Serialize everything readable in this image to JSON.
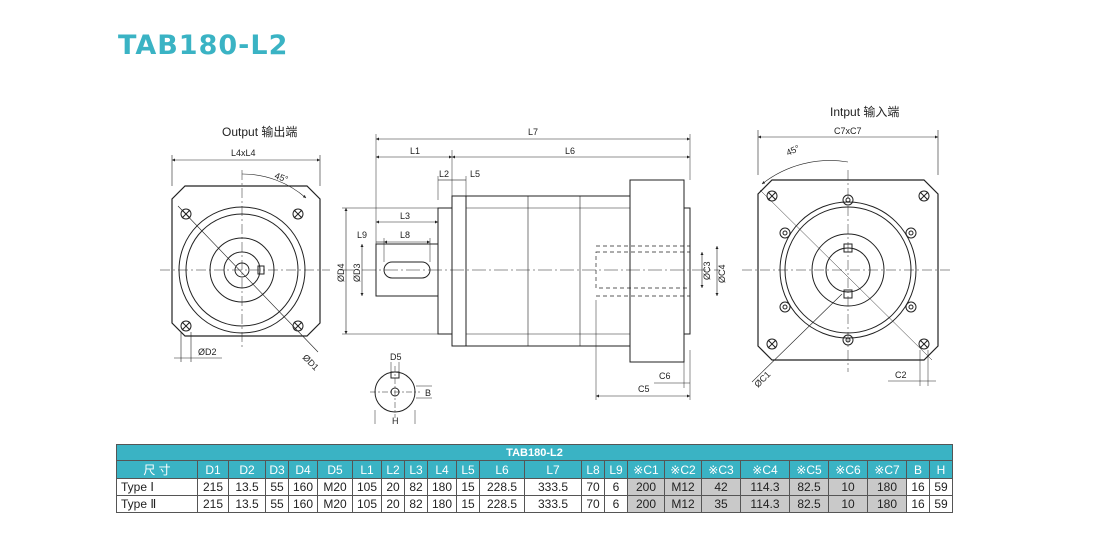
{
  "title": "TAB180-L2",
  "labels": {
    "output": "Output 输出端",
    "input": "Intput 输入端",
    "l4xl4": "L4xL4",
    "c7xc7": "C7xC7",
    "angle": "45°",
    "d1": "ØD1",
    "d2": "ØD2",
    "c1": "ØC1",
    "l7": "L7",
    "l1": "L1",
    "l6": "L6",
    "l2": "L2",
    "l5": "L5",
    "l3": "L3",
    "l8": "L8",
    "l9": "L9",
    "d3": "ØD3",
    "d4": "ØD4",
    "c3": "ØC3",
    "c4": "ØC4",
    "c5": "C5",
    "c6": "C6",
    "c2": "C2",
    "d5": "D5",
    "b": "B",
    "h": "H"
  },
  "table": {
    "caption": "TAB180-L2",
    "headers": [
      "尺 寸",
      "D1",
      "D2",
      "D3",
      "D4",
      "D5",
      "L1",
      "L2",
      "L3",
      "L4",
      "L5",
      "L6",
      "L7",
      "L8",
      "L9",
      "※C1",
      "※C2",
      "※C3",
      "※C4",
      "※C5",
      "※C6",
      "※C7",
      "B",
      "H"
    ],
    "rows": [
      [
        "Type Ⅰ",
        "215",
        "13.5",
        "55",
        "160",
        "M20",
        "105",
        "20",
        "82",
        "180",
        "15",
        "228.5",
        "333.5",
        "70",
        "6",
        "200",
        "M12",
        "42",
        "114.3",
        "82.5",
        "10",
        "180",
        "16",
        "59"
      ],
      [
        "Type Ⅱ",
        "215",
        "13.5",
        "55",
        "160",
        "M20",
        "105",
        "20",
        "82",
        "180",
        "15",
        "228.5",
        "333.5",
        "70",
        "6",
        "200",
        "M12",
        "35",
        "114.3",
        "82.5",
        "10",
        "180",
        "16",
        "59"
      ]
    ]
  }
}
